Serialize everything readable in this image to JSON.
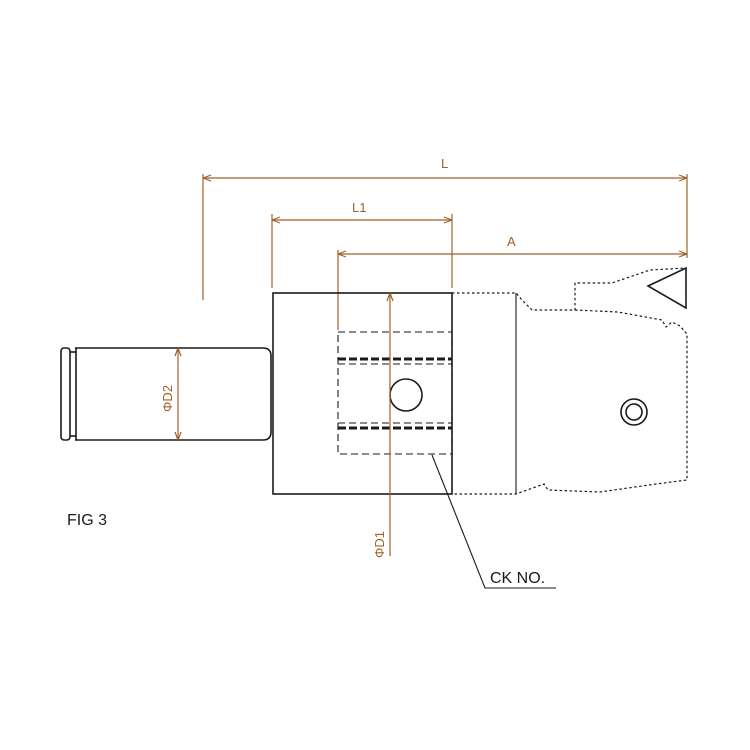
{
  "labels": {
    "length_total": "L",
    "length_body": "L1",
    "length_a": "A",
    "diameter_1": "ΦD1",
    "diameter_2": "ΦD2",
    "part_callout": "CK NO.",
    "figure": "FIG 3"
  },
  "colors": {
    "dimension": "#a0622a",
    "outline": "#1a1a1a"
  }
}
